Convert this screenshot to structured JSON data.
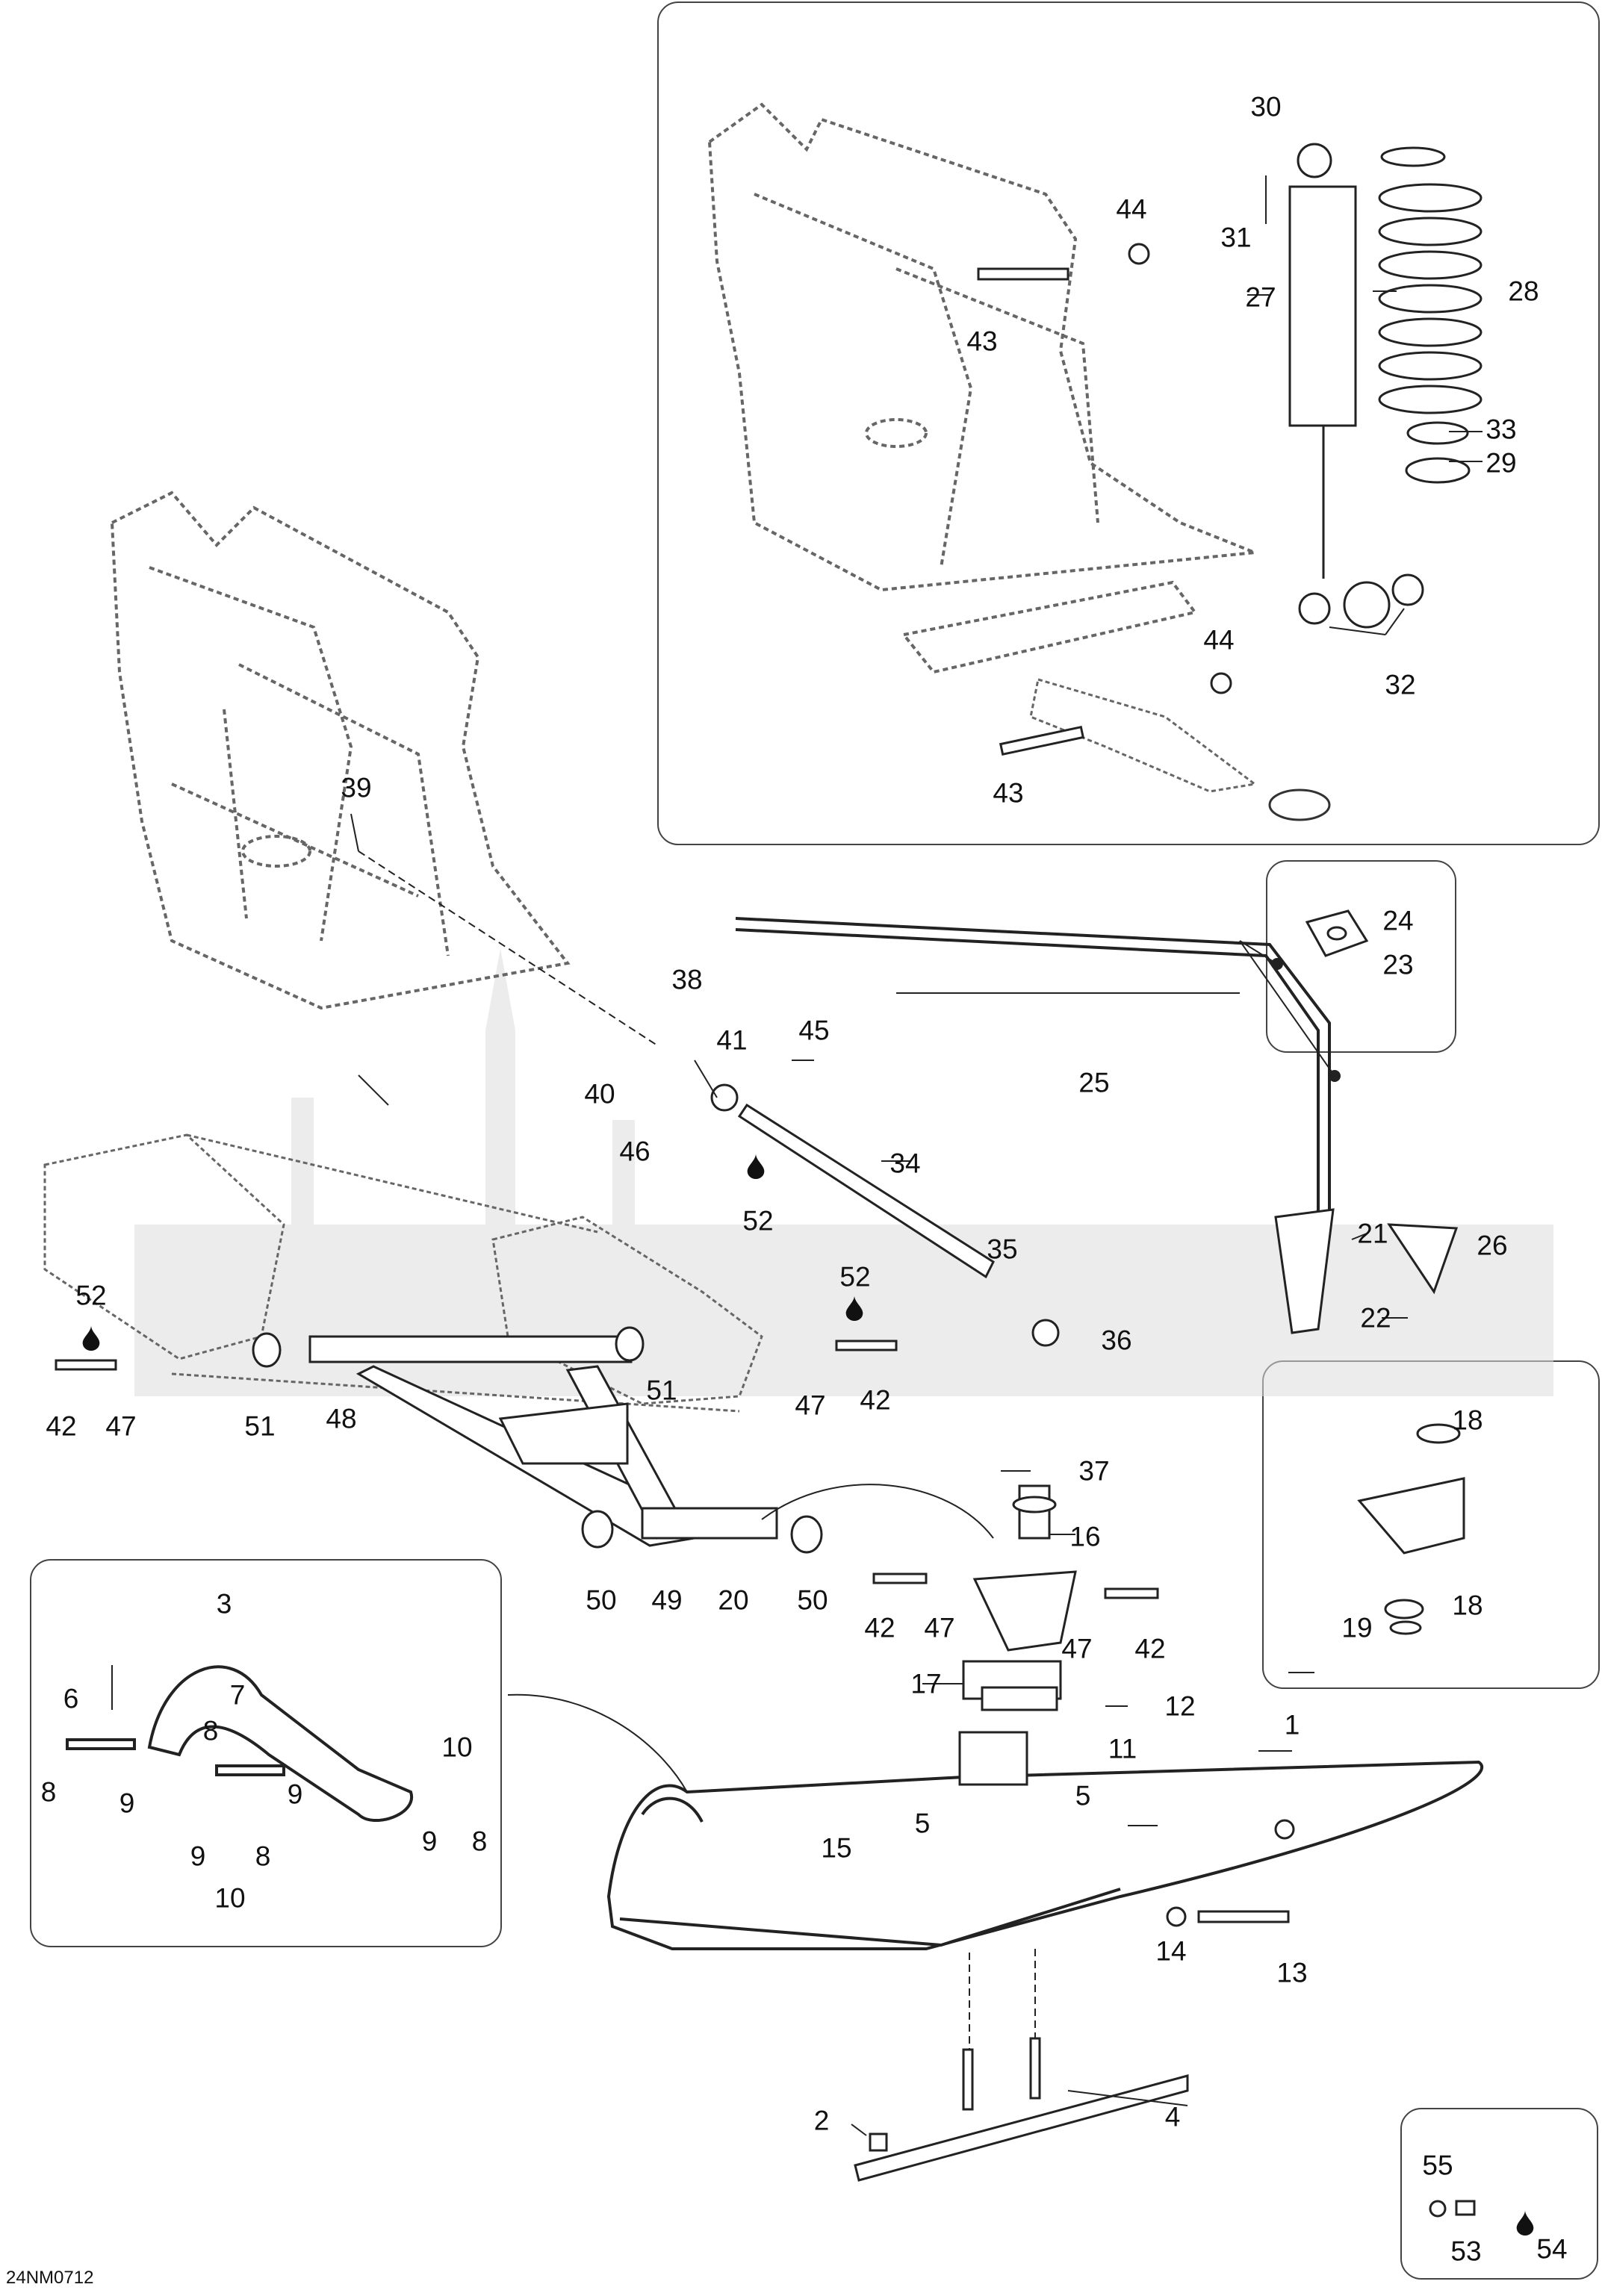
{
  "diagram_ref": "24NM0712",
  "labels": {
    "l1": "1",
    "l2": "2",
    "l3": "3",
    "l4": "4",
    "l5": "5",
    "l5b": "5",
    "l6": "6",
    "l7": "7",
    "l8a": "8",
    "l8b": "8",
    "l8c": "8",
    "l8d": "8",
    "l9a": "9",
    "l9b": "9",
    "l9c": "9",
    "l9d": "9",
    "l10a": "10",
    "l10b": "10",
    "l11": "11",
    "l12": "12",
    "l13": "13",
    "l14": "14",
    "l15": "15",
    "l16": "16",
    "l17": "17",
    "l18a": "18",
    "l18b": "18",
    "l19": "19",
    "l20": "20",
    "l21": "21",
    "l22": "22",
    "l23": "23",
    "l24": "24",
    "l25": "25",
    "l26": "26",
    "l27": "27",
    "l28": "28",
    "l29": "29",
    "l30": "30",
    "l31": "31",
    "l32": "32",
    "l33": "33",
    "l34": "34",
    "l35": "35",
    "l36": "36",
    "l37": "37",
    "l38": "38",
    "l39": "39",
    "l40": "40",
    "l41": "41",
    "l42a": "42",
    "l42b": "42",
    "l42c": "42",
    "l42d": "42",
    "l43a": "43",
    "l43b": "43",
    "l44a": "44",
    "l44b": "44",
    "l45": "45",
    "l46": "46",
    "l47a": "47",
    "l47b": "47",
    "l47c": "47",
    "l47d": "47",
    "l48": "48",
    "l49": "49",
    "l50a": "50",
    "l50b": "50",
    "l51a": "51",
    "l51b": "51",
    "l52a": "52",
    "l52b": "52",
    "l52c": "52",
    "l53": "53",
    "l54": "54",
    "l55": "55"
  },
  "colors": {
    "line": "#222222",
    "dashed": "#666666",
    "watermark": "#dddddd",
    "panel": "#444444"
  },
  "icons": [
    "lubricant-drop-icon"
  ]
}
